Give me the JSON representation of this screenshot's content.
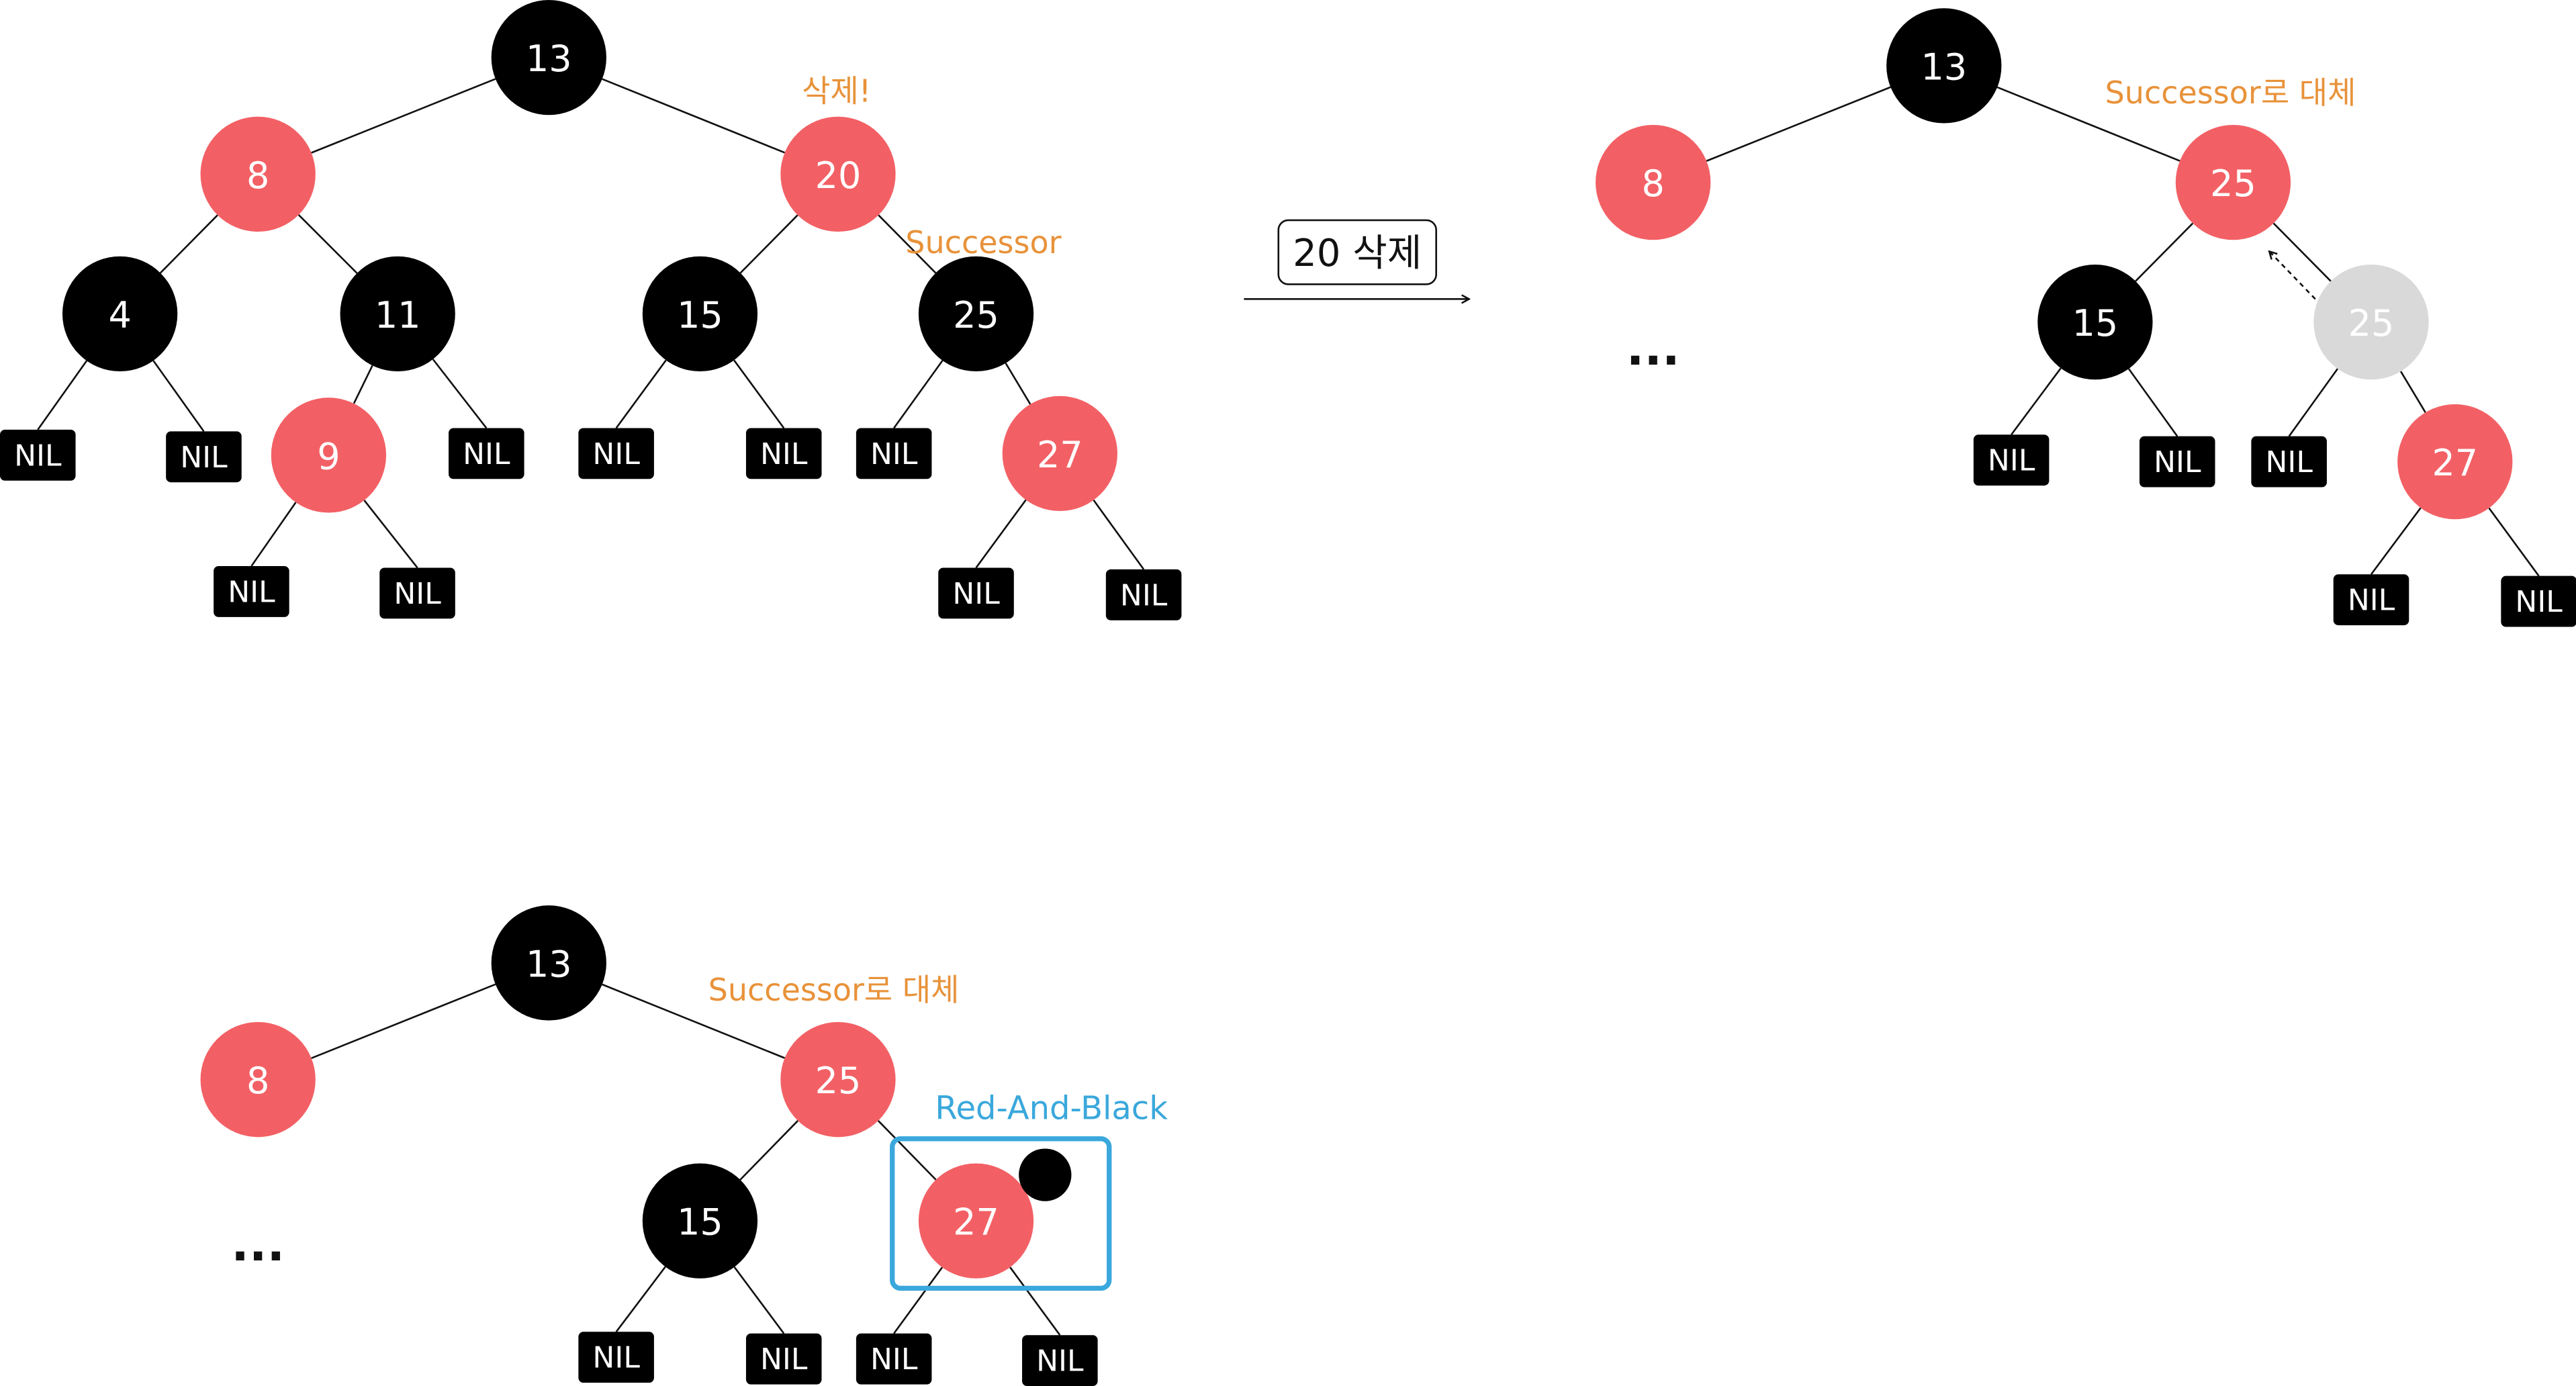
{
  "colors": {
    "red": "#f26065",
    "black": "#000000",
    "ghost": "#d9d9d9",
    "annotation": "#e8923a",
    "highlight": "#3aa8dc"
  },
  "nil_label": "NIL",
  "panels": [
    {
      "id": "panel-before",
      "nodes": [
        {
          "id": "n13",
          "label": "13",
          "color": "black"
        },
        {
          "id": "n8",
          "label": "8",
          "color": "red"
        },
        {
          "id": "n20",
          "label": "20",
          "color": "red"
        },
        {
          "id": "n4",
          "label": "4",
          "color": "black"
        },
        {
          "id": "n11",
          "label": "11",
          "color": "black"
        },
        {
          "id": "n15",
          "label": "15",
          "color": "black"
        },
        {
          "id": "n25",
          "label": "25",
          "color": "black"
        },
        {
          "id": "n9",
          "label": "9",
          "color": "red"
        },
        {
          "id": "n27",
          "label": "27",
          "color": "red"
        }
      ],
      "annotations": [
        {
          "id": "delete-note",
          "text": "삭제!"
        },
        {
          "id": "successor-note",
          "text": "Successor"
        }
      ]
    },
    {
      "id": "panel-replace",
      "nodes": [
        {
          "id": "n13",
          "label": "13",
          "color": "black"
        },
        {
          "id": "n8",
          "label": "8",
          "color": "red"
        },
        {
          "id": "n25",
          "label": "25",
          "color": "red"
        },
        {
          "id": "n15",
          "label": "15",
          "color": "black"
        },
        {
          "id": "n25old",
          "label": "25",
          "color": "ghost"
        },
        {
          "id": "n27",
          "label": "27",
          "color": "red"
        }
      ],
      "annotations": [
        {
          "id": "replace-note",
          "text": "Successor로 대체"
        }
      ],
      "ellipsis": "..."
    },
    {
      "id": "panel-after",
      "nodes": [
        {
          "id": "n13",
          "label": "13",
          "color": "black"
        },
        {
          "id": "n8",
          "label": "8",
          "color": "red"
        },
        {
          "id": "n25",
          "label": "25",
          "color": "red"
        },
        {
          "id": "n15",
          "label": "15",
          "color": "black"
        },
        {
          "id": "n27",
          "label": "27",
          "color": "red"
        }
      ],
      "annotations": [
        {
          "id": "replace-note",
          "text": "Successor로 대체"
        },
        {
          "id": "rab-note",
          "text": "Red-And-Black"
        }
      ],
      "ellipsis": "..."
    }
  ],
  "operation": {
    "label": "20 삭제"
  }
}
